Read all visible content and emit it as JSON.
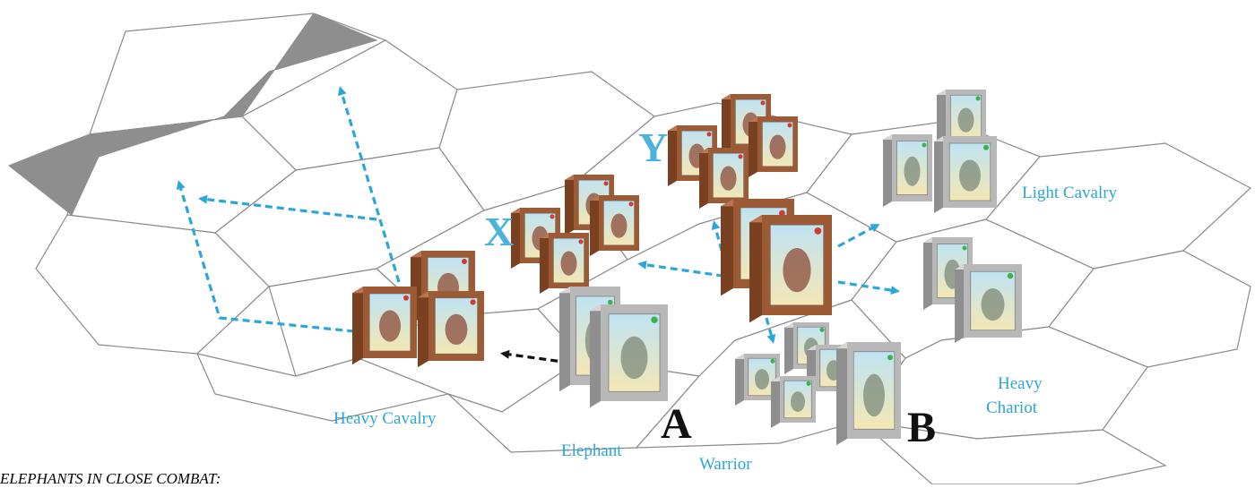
{
  "labels": {
    "heavy_cavalry": "Heavy Cavalry",
    "elephant": "Elephant",
    "warrior": "Warrior",
    "light_cavalry": "Light Cavalry",
    "heavy_chariot_line1": "Heavy",
    "heavy_chariot_line2": "Chariot"
  },
  "markers": {
    "a": "A",
    "b": "B",
    "x": "X",
    "y": "Y"
  },
  "caption": "ELEPHANTS IN CLOSE COMBAT:",
  "colors": {
    "movement_arrow": "#2aa6d8",
    "retreat_arrow": "#111111",
    "block_wood": "#9c5a35",
    "block_grey": "#b8b8b8",
    "impassable_terrain": "#8e8e8e"
  },
  "icons": {
    "movement_arrow": "dashed-arrow-icon",
    "unit_block": "unit-block-icon"
  }
}
